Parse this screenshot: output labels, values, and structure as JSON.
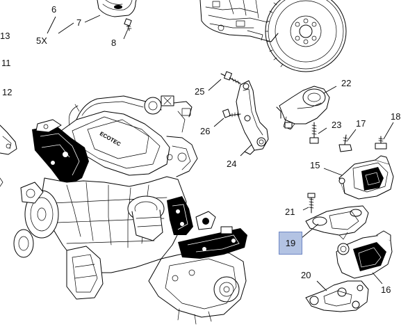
{
  "callouts": {
    "c6": "6",
    "c7": "7",
    "c5x": "5X",
    "c8": "8",
    "c13": "13",
    "c11": "11",
    "c12": "12",
    "c22": "22",
    "c25": "25",
    "c26": "26",
    "c24": "24",
    "c23": "23",
    "c17": "17",
    "c18": "18",
    "c15": "15",
    "c21": "21",
    "c19": "19",
    "c20": "20",
    "c16": "16"
  },
  "engine_brand": "ECOTEC",
  "colors": {
    "highlight_fill": "#b3c3e3",
    "highlight_border": "#6d86c4",
    "line": "#000000"
  }
}
